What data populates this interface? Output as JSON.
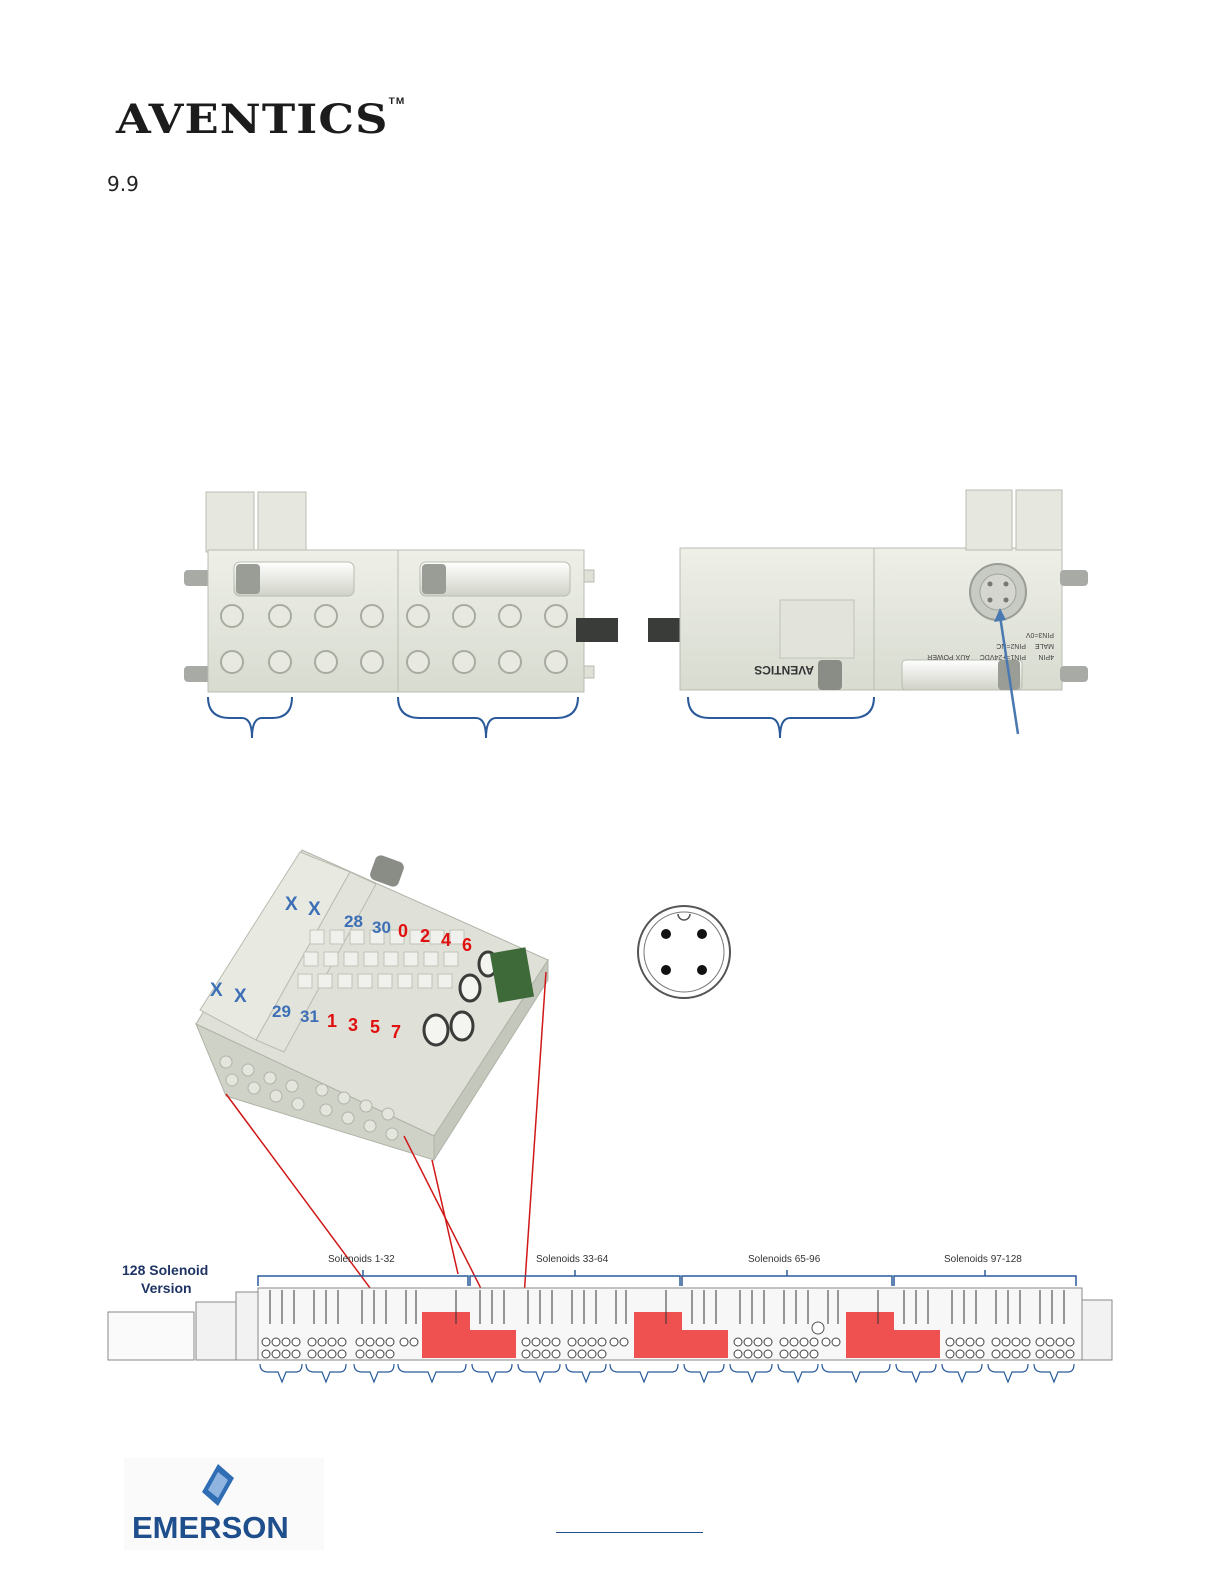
{
  "header": {
    "brand": "AVENTICS",
    "trademark": "TM",
    "section_number": "9.9"
  },
  "side_view": {
    "module_text": "AVENTICS",
    "connector_lines": [
      "4PIN",
      "MALE",
      "PIN1=+24VDC",
      "AUX POWER",
      "PIN2=NC",
      "PIN3=0V"
    ]
  },
  "iso_view": {
    "x_marks": [
      "X",
      "X",
      "X",
      "X"
    ],
    "blue_top": [
      "28",
      "30"
    ],
    "red_top": [
      "0",
      "2",
      "4",
      "6"
    ],
    "blue_bottom": [
      "29",
      "31"
    ],
    "red_bottom": [
      "1",
      "3",
      "5",
      "7"
    ]
  },
  "strip": {
    "version_label_line1": "128 Solenoid",
    "version_label_line2": "Version",
    "groups": [
      "Solenoids 1-32",
      "Solenoids 33-64",
      "Solenoids 65-96",
      "Solenoids 97-128"
    ]
  },
  "footer": {
    "brand": "EMERSON"
  },
  "colors": {
    "blue": "#3d6fb6",
    "red": "#e01010",
    "bracket": "#1f4e8c",
    "body": "#e4e6dc"
  }
}
